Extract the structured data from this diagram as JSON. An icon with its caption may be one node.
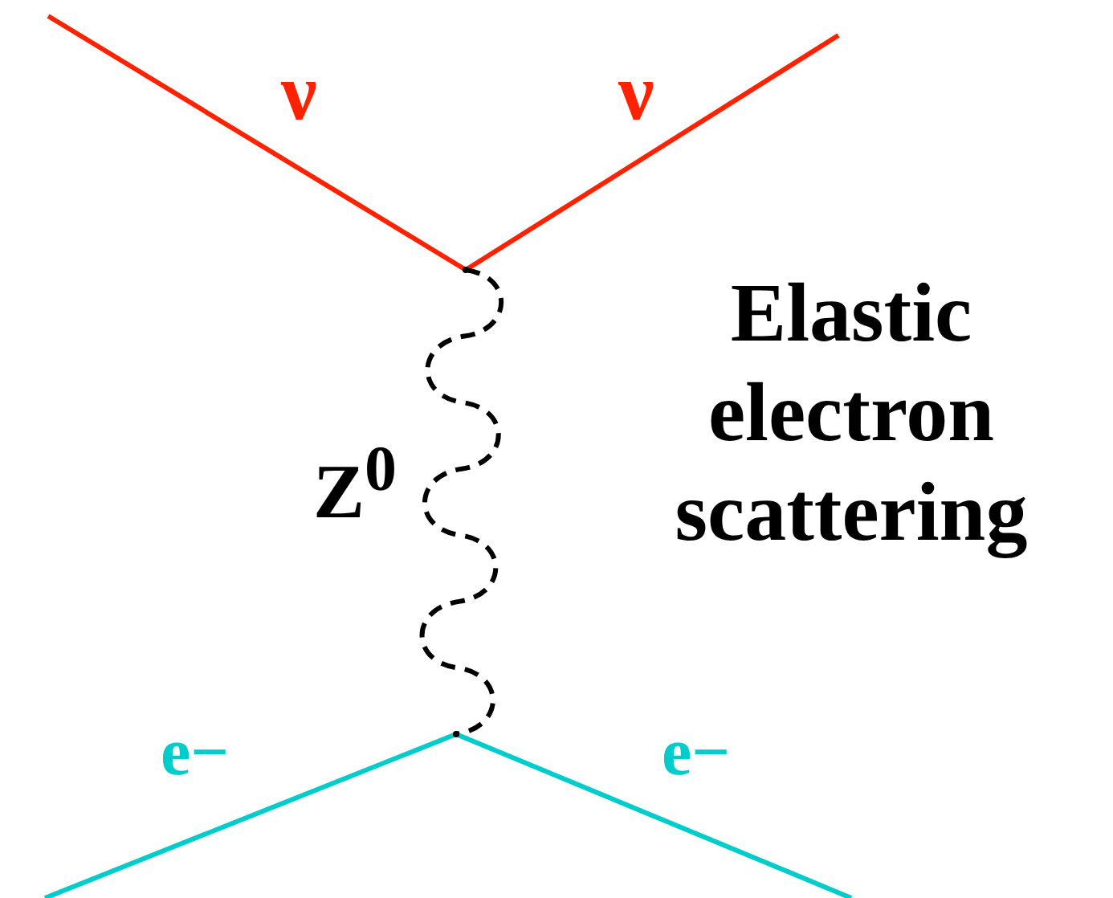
{
  "diagram": {
    "nodes": [
      {
        "text": [],
        "shape": "point"
      },
      {
        "text": [],
        "shape": "point"
      }
    ],
    "edges": [
      {
        "from": null,
        "to": 0,
        "arrow": "none",
        "label": "ν",
        "color": "#ff2200"
      },
      {
        "from": 0,
        "to": null,
        "arrow": "none",
        "label": "ν",
        "color": "#ff2200"
      },
      {
        "from": 0,
        "to": 1,
        "arrow": "none",
        "label": "Z$^{0}$",
        "style": "dashed",
        "color": "#000000"
      },
      {
        "from": null,
        "to": 1,
        "arrow": "none",
        "label": "e−",
        "color": "#00cccc"
      },
      {
        "from": 1,
        "to": null,
        "arrow": "none",
        "label": "e−",
        "color": "#00cccc"
      }
    ],
    "labels": [
      "Elastic electron scattering"
    ]
  }
}
